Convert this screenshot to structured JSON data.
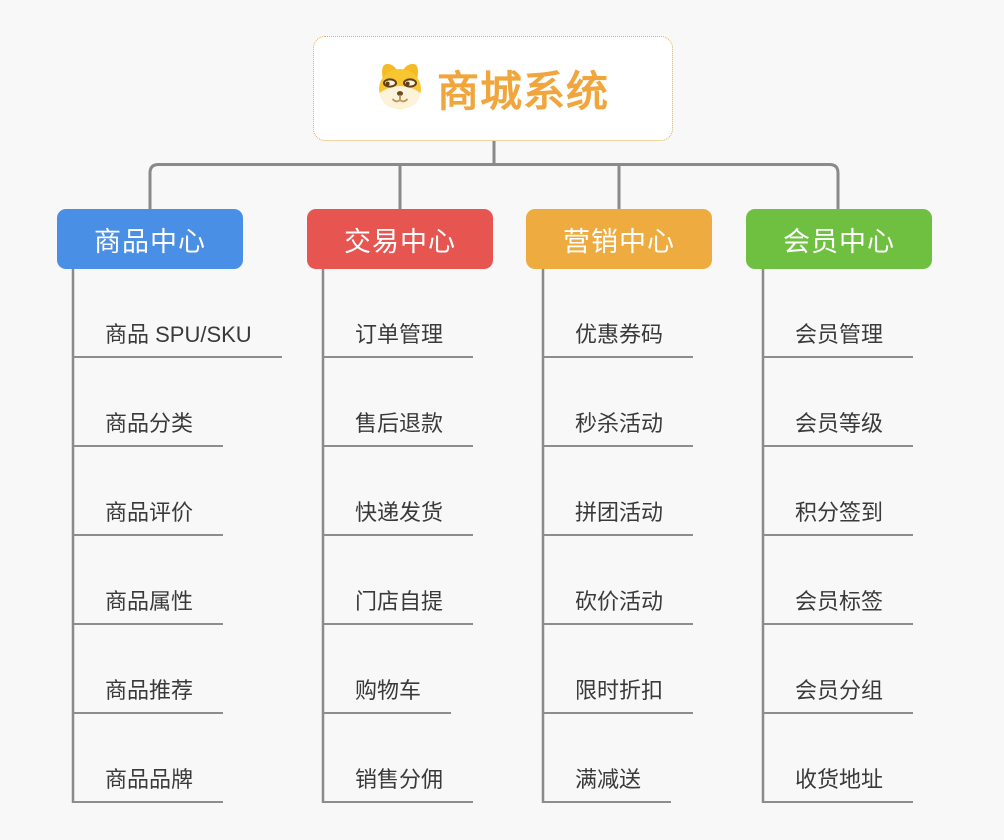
{
  "page": {
    "background_color": "#f8f8f8",
    "connector_color": "#8a8a8a",
    "leaf_underline_color": "#8d8d8d",
    "leaf_text_color": "#3a3a3a"
  },
  "root": {
    "title": "商城系统",
    "icon": "doge-face-icon",
    "title_color": "#f0a53d",
    "border_color": "#e2ab52"
  },
  "branches": [
    {
      "label": "商品中心",
      "color": "#4a8fe6",
      "items": [
        "商品 SPU/SKU",
        "商品分类",
        "商品评价",
        "商品属性",
        "商品推荐",
        "商品品牌"
      ]
    },
    {
      "label": "交易中心",
      "color": "#e65550",
      "items": [
        "订单管理",
        "售后退款",
        "快递发货",
        "门店自提",
        "购物车",
        "销售分佣"
      ]
    },
    {
      "label": "营销中心",
      "color": "#eeac40",
      "items": [
        "优惠券码",
        "秒杀活动",
        "拼团活动",
        "砍价活动",
        "限时折扣",
        "满减送"
      ]
    },
    {
      "label": "会员中心",
      "color": "#6fc041",
      "items": [
        "会员管理",
        "会员等级",
        "积分签到",
        "会员标签",
        "会员分组",
        "收货地址"
      ]
    }
  ]
}
